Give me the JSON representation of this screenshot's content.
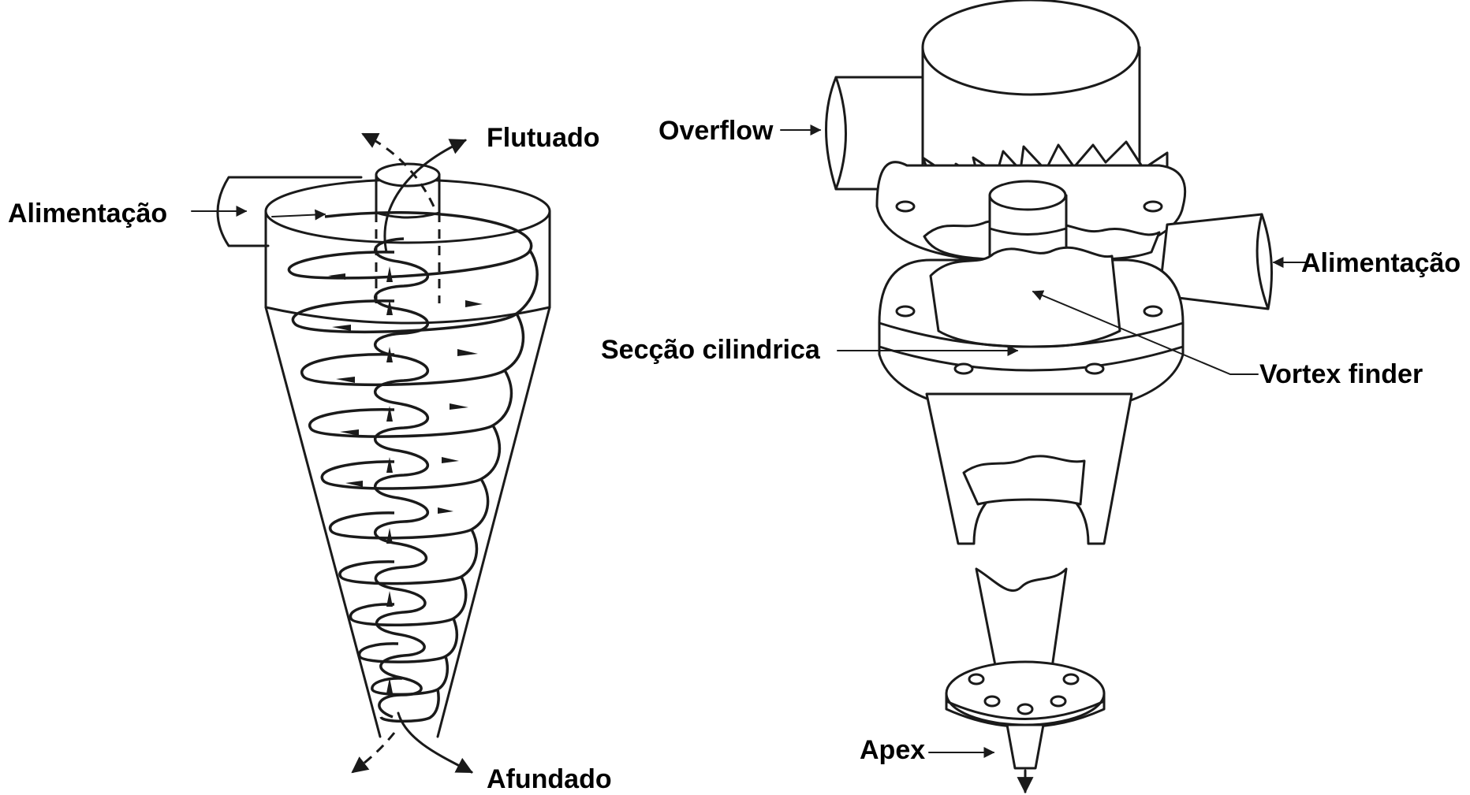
{
  "labels": {
    "flutuado": "Flutuado",
    "alimentacao_left": "Alimentação",
    "afundado": "Afundado",
    "overflow": "Overflow",
    "alimentacao_right": "Alimentação",
    "seccao_cilindrica": "Secção cilindrica",
    "vortex_finder": "Vortex finder",
    "apex": "Apex"
  }
}
